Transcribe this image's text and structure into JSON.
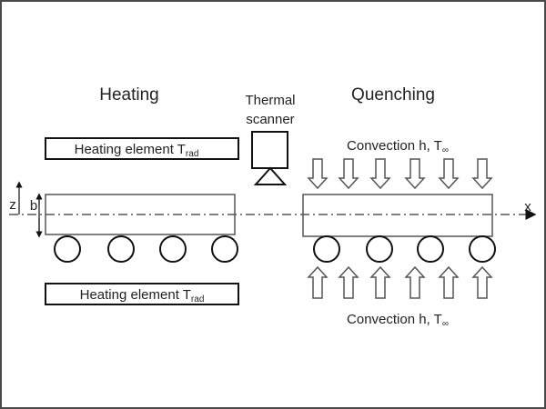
{
  "diagram": {
    "sections": {
      "heating": {
        "title": "Heating"
      },
      "scanner": {
        "line1": "Thermal",
        "line2": "scanner"
      },
      "quenching": {
        "title": "Quenching"
      }
    },
    "heating_elements": [
      {
        "label": "Heating element T",
        "subscript": "rad",
        "position": "top"
      },
      {
        "label": "Heating element T",
        "subscript": "rad",
        "position": "bottom"
      }
    ],
    "convection": [
      {
        "label": "Convection h, T",
        "subscript": "∞",
        "position": "top",
        "arrow_direction": "down",
        "arrow_count": 6
      },
      {
        "label": "Convection h, T",
        "subscript": "∞",
        "position": "bottom",
        "arrow_direction": "up",
        "arrow_count": 6
      }
    ],
    "axes": {
      "x_label": "x",
      "z_label": "z",
      "thickness_label": "b"
    },
    "rollers": {
      "heating_count": 4,
      "quenching_count": 4
    }
  }
}
